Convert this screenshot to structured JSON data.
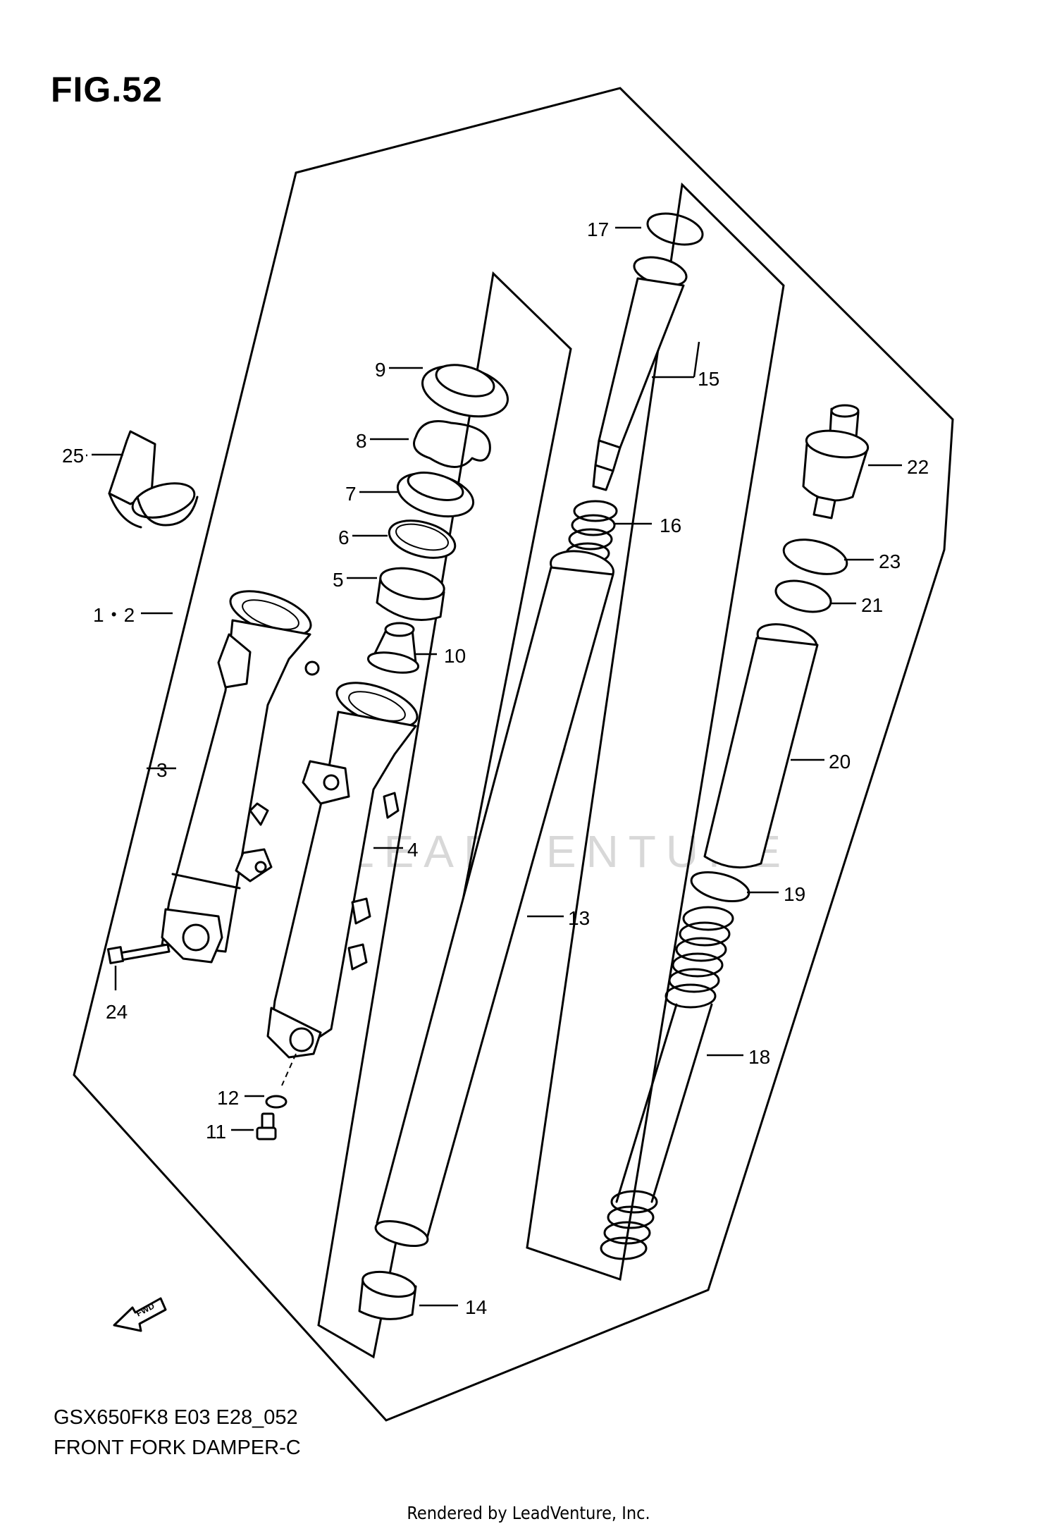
{
  "figure": {
    "title": "FIG.52",
    "model_code": "GSX650FK8 E03 E28_052",
    "caption": "FRONT FORK DAMPER-C"
  },
  "watermark": {
    "text": "LEADVENTURE"
  },
  "footer": {
    "credit": "Rendered by LeadVenture, Inc."
  },
  "direction_marker": {
    "label": "FWD"
  },
  "callouts": [
    {
      "id": "c1",
      "label": "1・2"
    },
    {
      "id": "c3",
      "label": "3"
    },
    {
      "id": "c4",
      "label": "4"
    },
    {
      "id": "c5",
      "label": "5"
    },
    {
      "id": "c6",
      "label": "6"
    },
    {
      "id": "c7",
      "label": "7"
    },
    {
      "id": "c8",
      "label": "8"
    },
    {
      "id": "c9",
      "label": "9"
    },
    {
      "id": "c10",
      "label": "10"
    },
    {
      "id": "c11",
      "label": "11"
    },
    {
      "id": "c12",
      "label": "12"
    },
    {
      "id": "c13",
      "label": "13"
    },
    {
      "id": "c14",
      "label": "14"
    },
    {
      "id": "c15",
      "label": "15"
    },
    {
      "id": "c16",
      "label": "16"
    },
    {
      "id": "c17",
      "label": "17"
    },
    {
      "id": "c18",
      "label": "18"
    },
    {
      "id": "c19",
      "label": "19"
    },
    {
      "id": "c20",
      "label": "20"
    },
    {
      "id": "c21",
      "label": "21"
    },
    {
      "id": "c22",
      "label": "22"
    },
    {
      "id": "c23",
      "label": "23"
    },
    {
      "id": "c24",
      "label": "24"
    },
    {
      "id": "c25",
      "label": "25"
    }
  ]
}
